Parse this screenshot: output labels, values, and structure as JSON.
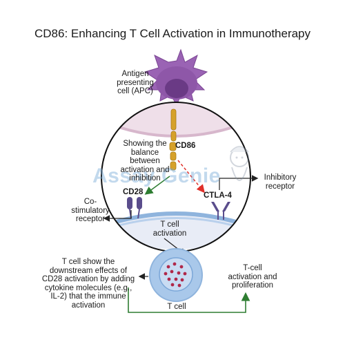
{
  "title": "CD86: Enhancing T Cell Activation in Immunotherapy",
  "labels": {
    "apc": "Antigen presenting cell (APC)",
    "balance": "Showing the balance between activation and inhibition",
    "cd86": "CD86",
    "cd28": "CD28",
    "ctla4": "CTLA-4",
    "inhibitory_receptor": "Inhibitory receptor",
    "costimulatory_receptor": "Co-stimulatory receptor",
    "tcell_activation": "T cell activation",
    "tcell": "T cell",
    "downstream": "T cell show the downstream effects of CD28 activation by adding cytokine molecules (e.g., IL-2) that the immune activation",
    "proliferation": "T-cell activation and proliferation"
  },
  "watermark": {
    "part1": "Assay",
    "part2": "Genie"
  },
  "colors": {
    "apc_purple": "#8e57a8",
    "apc_nucleus": "#6a3a85",
    "membrane_pink": "#e6cfdf",
    "tcell_blue": "#a9c8ea",
    "tcell_membrane": "#8fb4dd",
    "cd86_gold": "#d6a12a",
    "receptor_purple": "#5a4d8c",
    "inhibition_red": "#e0302a",
    "activation_green": "#2e7d32",
    "nucleus_fill": "#7aa6d8"
  }
}
